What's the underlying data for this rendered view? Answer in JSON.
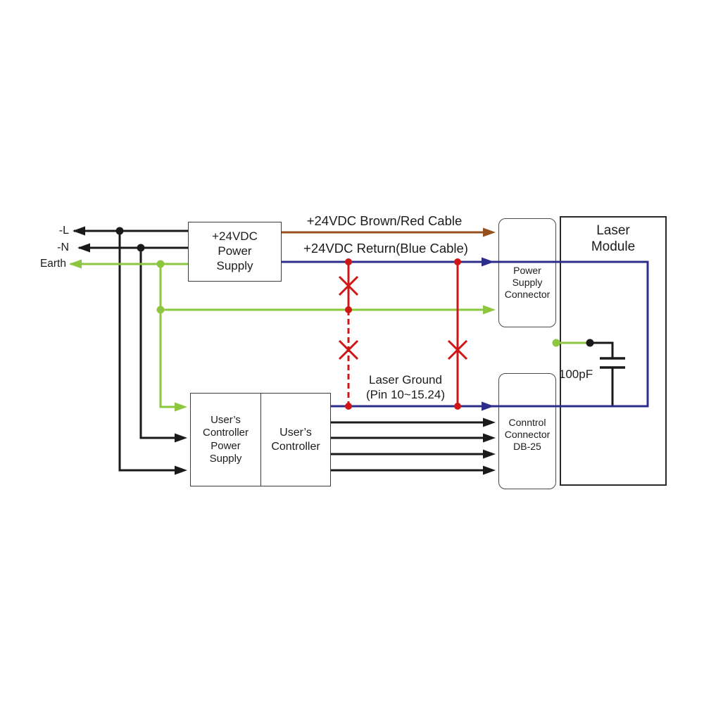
{
  "diagram": {
    "terminals": {
      "l": "-L",
      "n": "-N",
      "earth": "Earth"
    },
    "boxes": {
      "psu": "+24VDC\nPower\nSupply",
      "user_ps": "User’s\nController\nPower\nSupply",
      "user_ctrl": "User’s\nController",
      "laser_module": "Laser\nModule",
      "ps_connector": "Power\nSupply\nConnector",
      "ctrl_connector": "Conntrol\nConnector\nDB-25"
    },
    "labels": {
      "brown_cable": "+24VDC Brown/Red Cable",
      "blue_cable": "+24VDC Return(Blue Cable)",
      "laser_ground": "Laser Ground\n(Pin 10~15.24)",
      "capacitor": "100pF"
    },
    "colors": {
      "black": "#1a1a1a",
      "brown": "#96501e",
      "blue": "#2c2c8a",
      "green": "#8dc63f",
      "red": "#cf1616"
    }
  }
}
